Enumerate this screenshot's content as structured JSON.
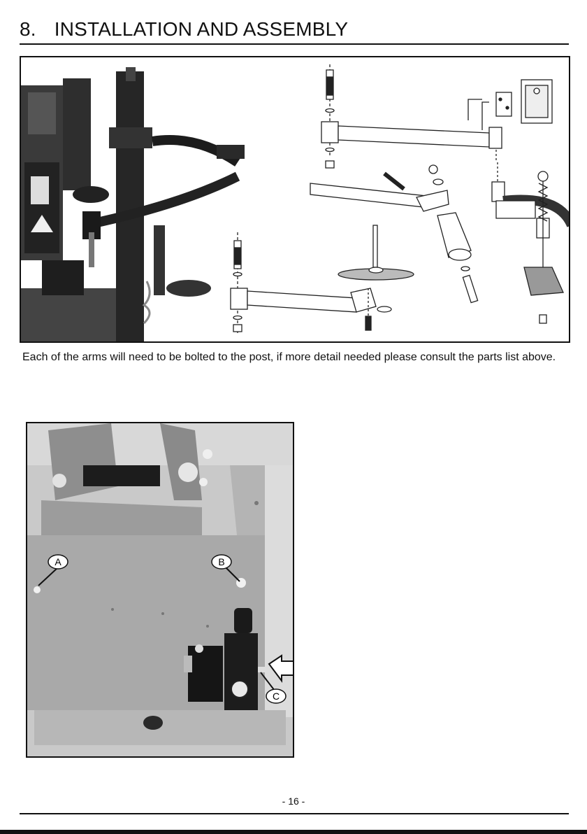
{
  "section": {
    "number": "8.",
    "title": "INSTALLATION AND ASSEMBLY"
  },
  "caption": "Each of the arms will need to be bolted to the post, if more detail needed please consult the parts list above.",
  "photo_labels": {
    "a": "A",
    "b": "B",
    "c": "C"
  },
  "page_number": "- 16 -"
}
